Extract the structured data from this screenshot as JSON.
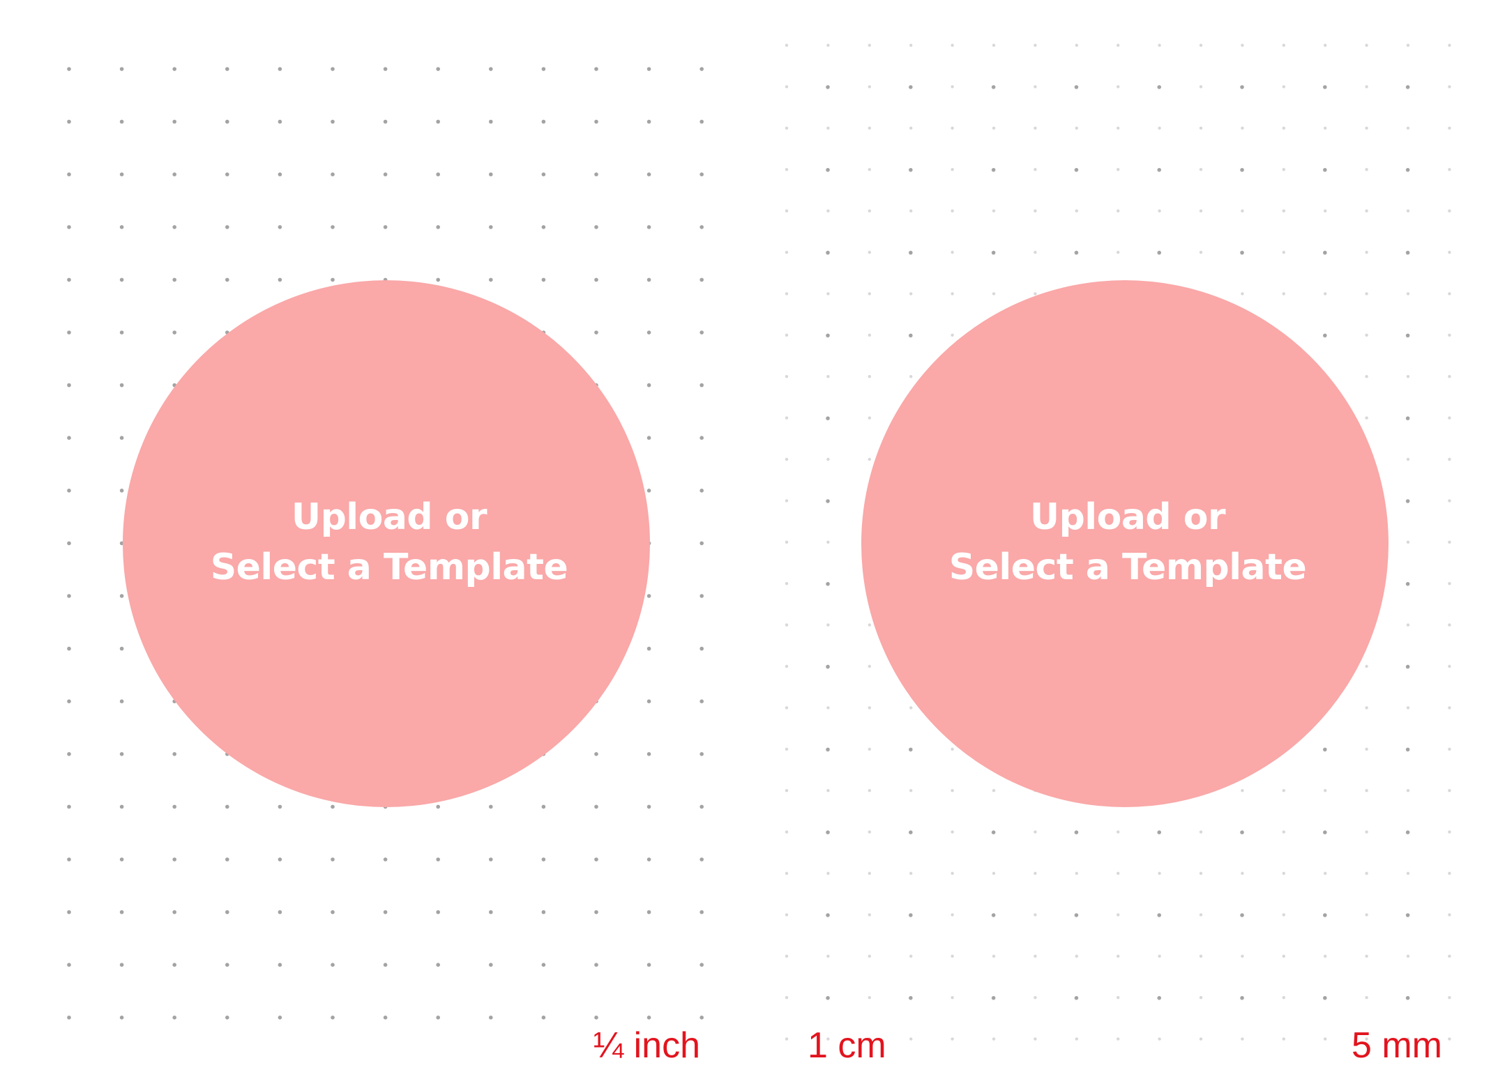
{
  "colors": {
    "circle_fill": "#FAA8A8",
    "label_red": "#E2141E",
    "dot_gray": "#999999",
    "background": "#FFFFFF"
  },
  "panels": [
    {
      "id": "quarter-inch",
      "upload": {
        "line1": "Upload or",
        "line2": "Select a Template"
      },
      "grid_label": "¼ inch"
    },
    {
      "id": "metric",
      "upload": {
        "line1": "Upload or",
        "line2": "Select a Template"
      },
      "grid_label_left": "1 cm",
      "grid_label_right": "5 mm"
    }
  ]
}
